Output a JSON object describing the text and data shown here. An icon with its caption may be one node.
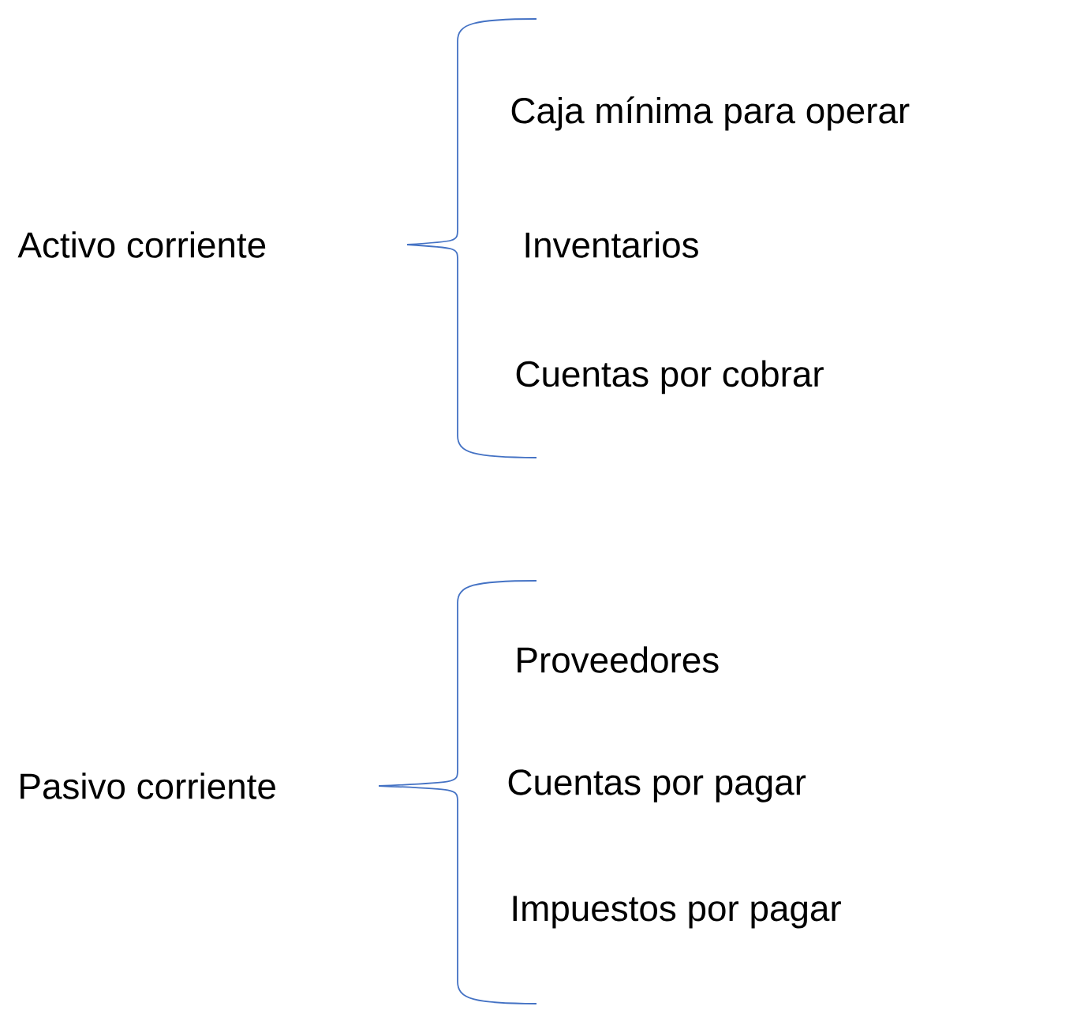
{
  "diagram": {
    "nodes": [
      {
        "text": [
          "Activo corriente"
        ]
      },
      {
        "text": [
          "Caja mínima para operar"
        ]
      },
      {
        "text": [
          "Inventarios"
        ]
      },
      {
        "text": [
          "Cuentas por cobrar"
        ]
      },
      {
        "text": [
          "Pasivo corriente"
        ]
      },
      {
        "text": [
          "Proveedores"
        ]
      },
      {
        "text": [
          "Cuentas por pagar"
        ]
      },
      {
        "text": [
          "Impuestos por pagar"
        ]
      }
    ]
  }
}
